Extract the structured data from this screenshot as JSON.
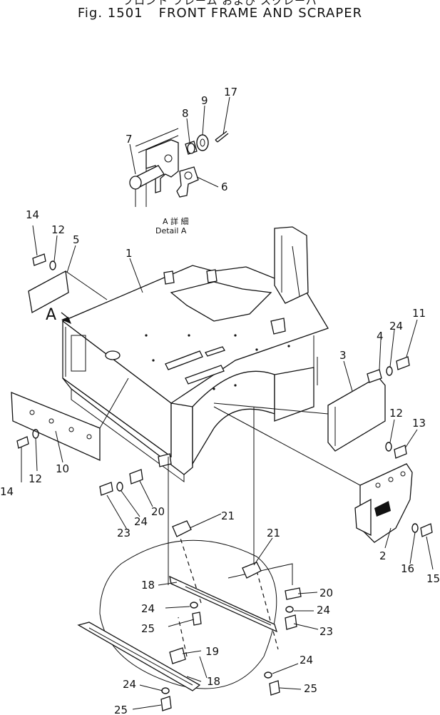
{
  "header": {
    "japanese": "フロント フレーム および スクレーパ",
    "fig": "Fig. 1501",
    "title": "FRONT FRAME AND SCRAPER"
  },
  "detail": {
    "japanese": "A 詳 細",
    "label": "Detail A",
    "view_letter": "A"
  },
  "callouts": {
    "c1": "1",
    "c2": "2",
    "c3": "3",
    "c4": "4",
    "c5": "5",
    "c6": "6",
    "c7": "7",
    "c8": "8",
    "c9": "9",
    "c10": "10",
    "c11": "11",
    "c12": "12",
    "c13": "13",
    "c14": "14",
    "c15": "15",
    "c16": "16",
    "c17": "17",
    "c18": "18",
    "c19": "19",
    "c20": "20",
    "c21": "21",
    "c23": "23",
    "c24": "24",
    "c25": "25"
  }
}
